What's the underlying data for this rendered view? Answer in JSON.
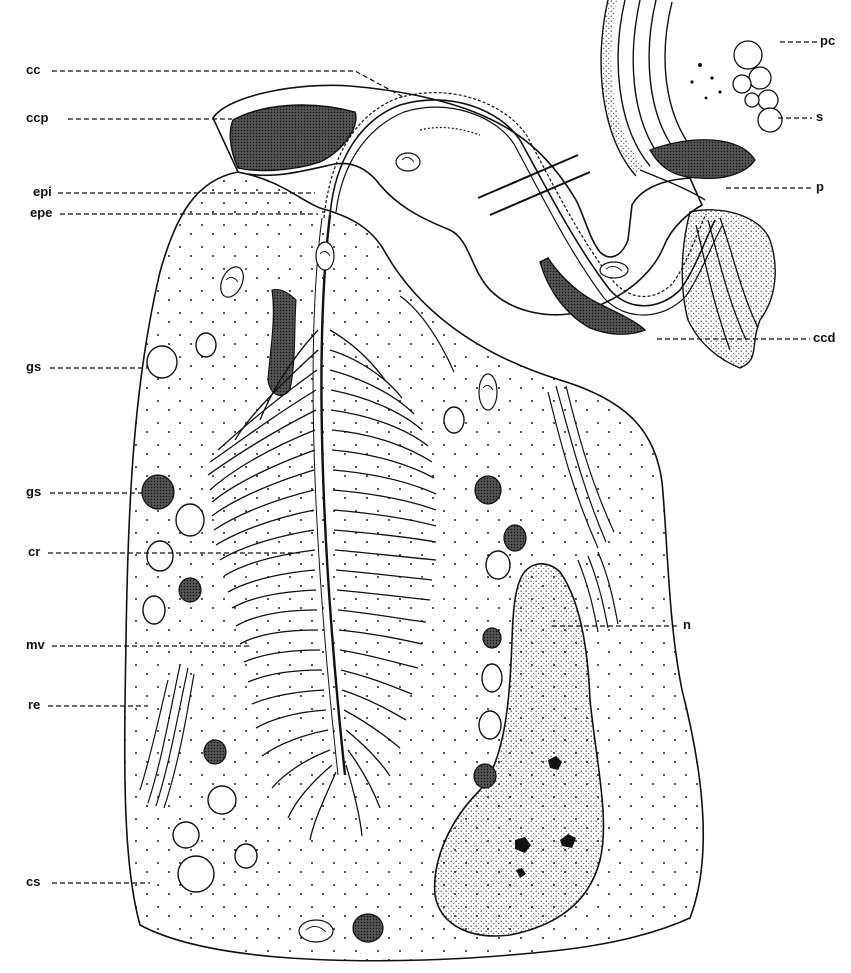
{
  "labels": {
    "cc": "cc",
    "ccp": "ccp",
    "epi": "epi",
    "epe": "epe",
    "gs_1": "gs",
    "gs_2": "gs",
    "cr": "cr",
    "mv": "mv",
    "re": "re",
    "cs": "cs",
    "pc": "pc",
    "s": "s",
    "p": "p",
    "ccd": "ccd",
    "n": "n"
  },
  "colors": {
    "ink": "#111111",
    "background": "#ffffff",
    "stipple": "#222222"
  }
}
